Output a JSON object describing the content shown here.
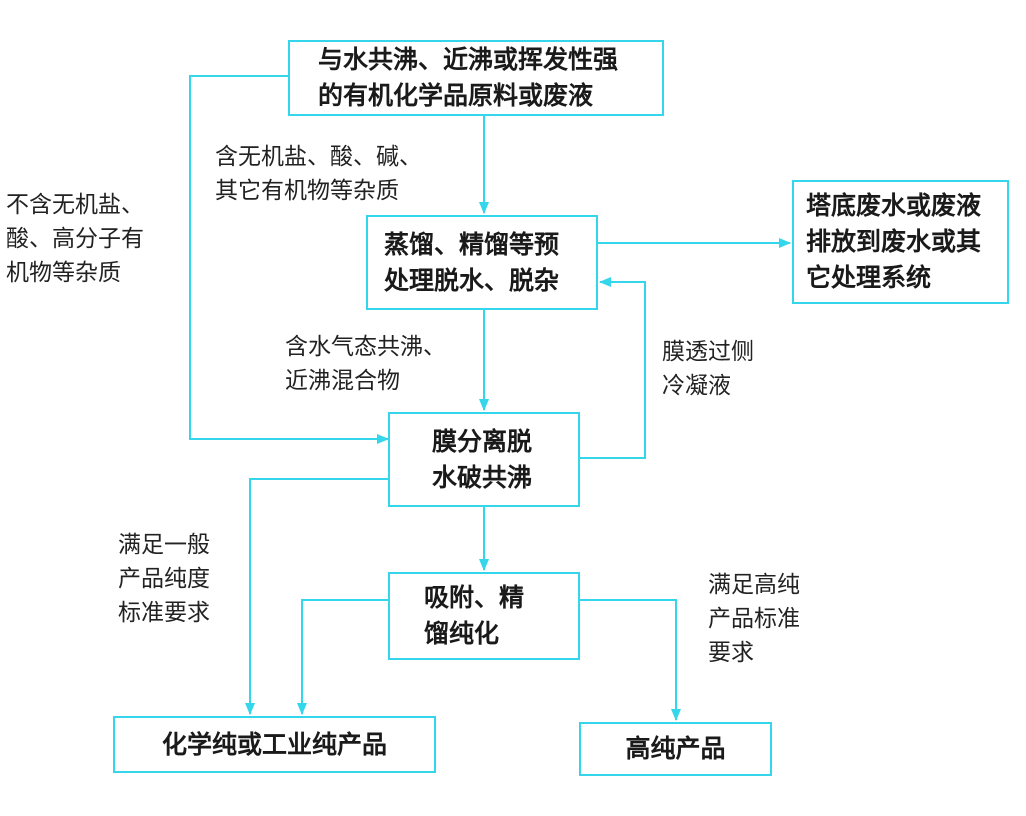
{
  "colors": {
    "line": "#33d6ea",
    "text": "#1a1a1a"
  },
  "nodes": {
    "source": {
      "line1": "与水共沸、近沸或挥发性强",
      "line2": "的有机化学品原料或废液"
    },
    "pretreat": {
      "line1": "蒸馏、精馏等预",
      "line2": "处理脱水、脱杂"
    },
    "tower": {
      "line1": "塔底废水或废液",
      "line2": "排放到废水或其",
      "line3": "它处理系统"
    },
    "membrane": {
      "line1": "膜分离脱",
      "line2": "水破共沸"
    },
    "adsorb": {
      "line1": "吸附、精",
      "line2": "馏纯化"
    },
    "chem": {
      "line1": "化学纯或工业纯产品"
    },
    "high": {
      "line1": "高纯产品"
    }
  },
  "edge_labels": {
    "impurity": {
      "line1": "含无机盐、酸、碱、",
      "line2": "其它有机物等杂质"
    },
    "no_impurity": {
      "line1": "不含无机盐、",
      "line2": "酸、高分子有",
      "line3": "机物等杂质"
    },
    "vapor": {
      "line1": "含水气态共沸、",
      "line2": "近沸混合物"
    },
    "permeate": {
      "line1": "膜透过侧",
      "line2": "冷凝液"
    },
    "general": {
      "line1": "满足一般",
      "line2": "产品纯度",
      "line3": "标准要求"
    },
    "highpure": {
      "line1": "满足高纯",
      "line2": "产品标准",
      "line3": "要求"
    }
  }
}
